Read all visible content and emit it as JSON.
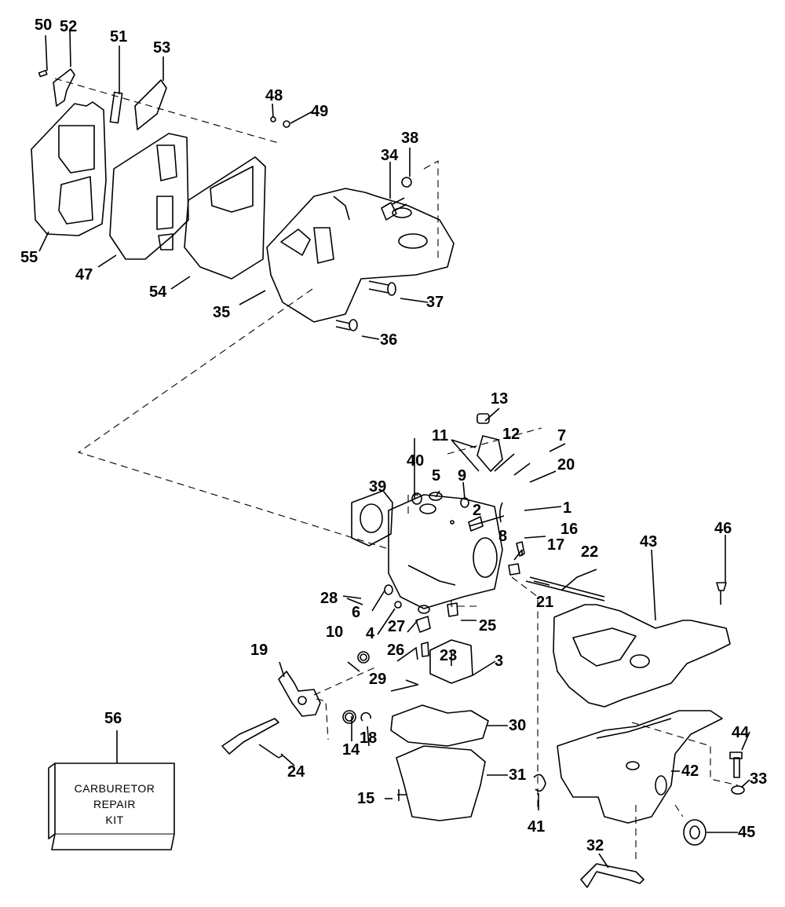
{
  "diagram": {
    "type": "exploded-parts-diagram",
    "subject": "carburetor assembly",
    "labels": {
      "p1": "1",
      "p2": "2",
      "p3": "3",
      "p4": "4",
      "p5": "5",
      "p6": "6",
      "p7": "7",
      "p8": "8",
      "p9": "9",
      "p10": "10",
      "p11": "11",
      "p12": "12",
      "p13": "13",
      "p14": "14",
      "p15": "15",
      "p16": "16",
      "p17": "17",
      "p18": "18",
      "p19": "19",
      "p20": "20",
      "p21": "21",
      "p22": "22",
      "p23": "23",
      "p24": "24",
      "p25": "25",
      "p26": "26",
      "p27": "27",
      "p28": "28",
      "p29": "29",
      "p30": "30",
      "p31": "31",
      "p32": "32",
      "p33": "33",
      "p34": "34",
      "p35": "35",
      "p36": "36",
      "p37": "37",
      "p38": "38",
      "p39": "39",
      "p40": "40",
      "p41": "41",
      "p42": "42",
      "p43": "43",
      "p44": "44",
      "p45": "45",
      "p46": "46",
      "p47": "47",
      "p48": "48",
      "p49": "49",
      "p50": "50",
      "p51": "51",
      "p52": "52",
      "p53": "53",
      "p54": "54",
      "p55": "55",
      "p56": "56"
    },
    "kit": {
      "line1": "CARBURETOR",
      "line2": "REPAIR",
      "line3": "KIT"
    }
  }
}
